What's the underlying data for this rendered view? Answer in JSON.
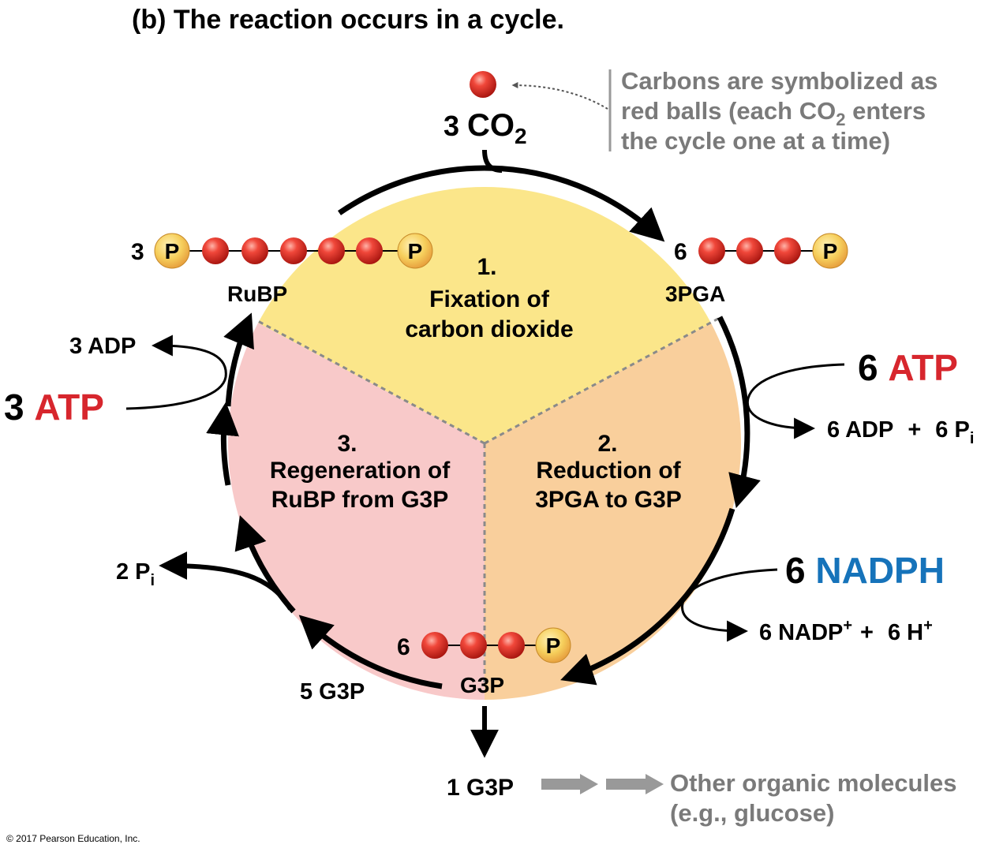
{
  "title": {
    "tag": "(b)",
    "text": "The reaction occurs in a cycle."
  },
  "note": {
    "line1": "Carbons are symbolized as",
    "line2a": "red balls (each CO",
    "line2sub": "2",
    "line2b": " enters",
    "line3": "the cycle one at a time)"
  },
  "co2": {
    "count": "3",
    "formula": "CO",
    "sub": "2"
  },
  "phases": {
    "fixation": {
      "num": "1.",
      "bold": "Fixation",
      "rest": " of",
      "line2": "carbon dioxide"
    },
    "reduction": {
      "num": "2.",
      "bold": "Reduction",
      "rest": " of",
      "line2": "3PGA to G3P"
    },
    "regeneration": {
      "num": "3.",
      "bold": "Regeneration",
      "rest": " of",
      "line2": "RuBP from G3P"
    }
  },
  "molecules": {
    "rubp": {
      "count": "3",
      "name": "RuBP",
      "phosphate": "P"
    },
    "pga": {
      "count": "6",
      "name": "3PGA",
      "phosphate": "P"
    },
    "g3p": {
      "count": "6",
      "name": "G3P",
      "phosphate": "P"
    }
  },
  "inputs": {
    "atp_right": {
      "count": "6",
      "name": "ATP"
    },
    "nadph": {
      "count": "6",
      "name": "NADPH"
    },
    "atp_left": {
      "count": "3",
      "name": "ATP"
    }
  },
  "outputs": {
    "adp_pi": {
      "adp": "6 ADP",
      "plus": "+",
      "pi": "6 P",
      "pi_sub": "i"
    },
    "nadp": {
      "nadp": "6 NADP",
      "nadp_sup": "+",
      "plus": "+",
      "h": "6 H",
      "h_sup": "+"
    },
    "adp_left": "3 ADP",
    "pi_left": {
      "text": "2 P",
      "sub": "i"
    },
    "g3p_recycled": "5 G3P",
    "g3p_out": "1 G3P",
    "other_line1": "Other organic molecules",
    "other_line2": "(e.g., glucose)"
  },
  "copyright": "© 2017 Pearson Education, Inc.",
  "colors": {
    "fixation": "#fbe68a",
    "reduction": "#f9cf9c",
    "regeneration": "#f8c9c9",
    "atp": "#d7262d",
    "nadph": "#1673ba",
    "note": "#7a7a7a",
    "carbon": "#e0312a",
    "phosphate": "#f2c04d"
  }
}
